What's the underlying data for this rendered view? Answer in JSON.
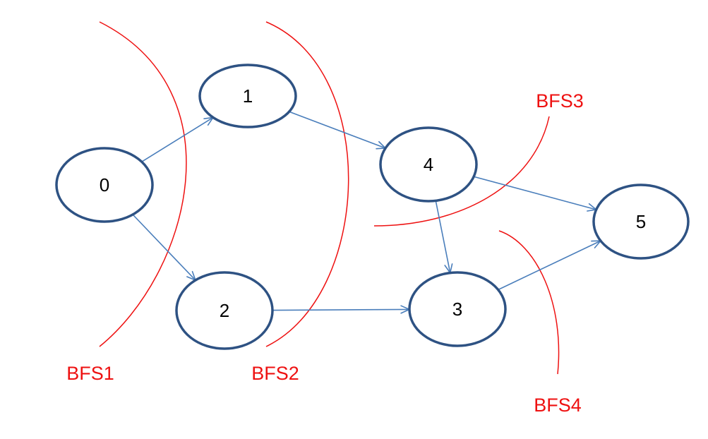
{
  "colors": {
    "node_stroke": "#2e5283",
    "edge_stroke": "#4a7ebb",
    "boundary": "#ee1111"
  },
  "nodes": [
    {
      "id": "0",
      "label": "0"
    },
    {
      "id": "1",
      "label": "1"
    },
    {
      "id": "2",
      "label": "2"
    },
    {
      "id": "3",
      "label": "3"
    },
    {
      "id": "4",
      "label": "4"
    },
    {
      "id": "5",
      "label": "5"
    }
  ],
  "edges": [
    {
      "from": "0",
      "to": "1"
    },
    {
      "from": "0",
      "to": "2"
    },
    {
      "from": "1",
      "to": "4"
    },
    {
      "from": "2",
      "to": "3"
    },
    {
      "from": "4",
      "to": "3"
    },
    {
      "from": "4",
      "to": "5"
    },
    {
      "from": "3",
      "to": "5"
    }
  ],
  "boundaries": [
    {
      "label": "BFS1"
    },
    {
      "label": "BFS2"
    },
    {
      "label": "BFS3"
    },
    {
      "label": "BFS4"
    }
  ]
}
